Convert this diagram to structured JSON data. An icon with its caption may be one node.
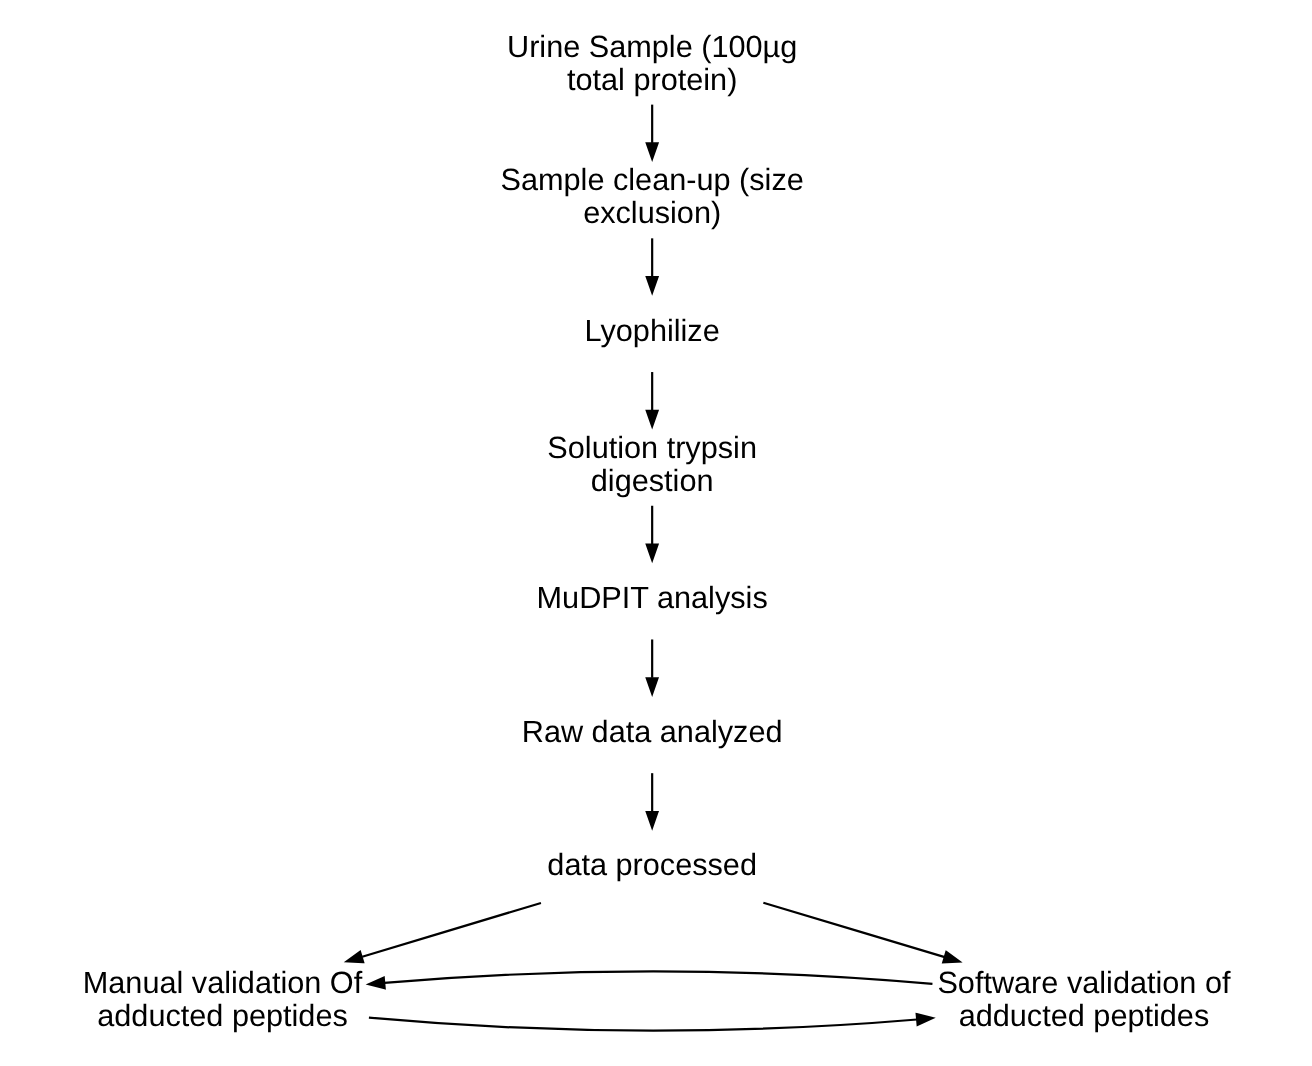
{
  "diagram": {
    "nodes": [
      {
        "text": [
          "Urine Sample (100µg total protein)"
        ]
      },
      {
        "text": [
          "Sample clean-up (size exclusion)"
        ]
      },
      {
        "text": [
          "Lyophilize"
        ]
      },
      {
        "text": [
          "Solution trypsin digestion"
        ]
      },
      {
        "text": [
          "MuDPIT analysis"
        ]
      },
      {
        "text": [
          "Raw data analyzed"
        ]
      },
      {
        "text": [
          "data processed"
        ]
      },
      {
        "text": [
          "Manual validation Of adducted peptides"
        ]
      },
      {
        "text": [
          "Software validation of adducted peptides"
        ]
      }
    ],
    "edges": [
      {
        "from": 0,
        "to": 1,
        "arrow": "to"
      },
      {
        "from": 1,
        "to": 2,
        "arrow": "to"
      },
      {
        "from": 2,
        "to": 3,
        "arrow": "to"
      },
      {
        "from": 3,
        "to": 4,
        "arrow": "to"
      },
      {
        "from": 4,
        "to": 5,
        "arrow": "to"
      },
      {
        "from": 5,
        "to": 6,
        "arrow": "to"
      },
      {
        "from": 6,
        "to": 7,
        "arrow": "to"
      },
      {
        "from": 6,
        "to": 8,
        "arrow": "to"
      },
      {
        "from": 7,
        "to": 8,
        "arrow": "to"
      },
      {
        "from": 8,
        "to": 7,
        "arrow": "to"
      }
    ]
  }
}
